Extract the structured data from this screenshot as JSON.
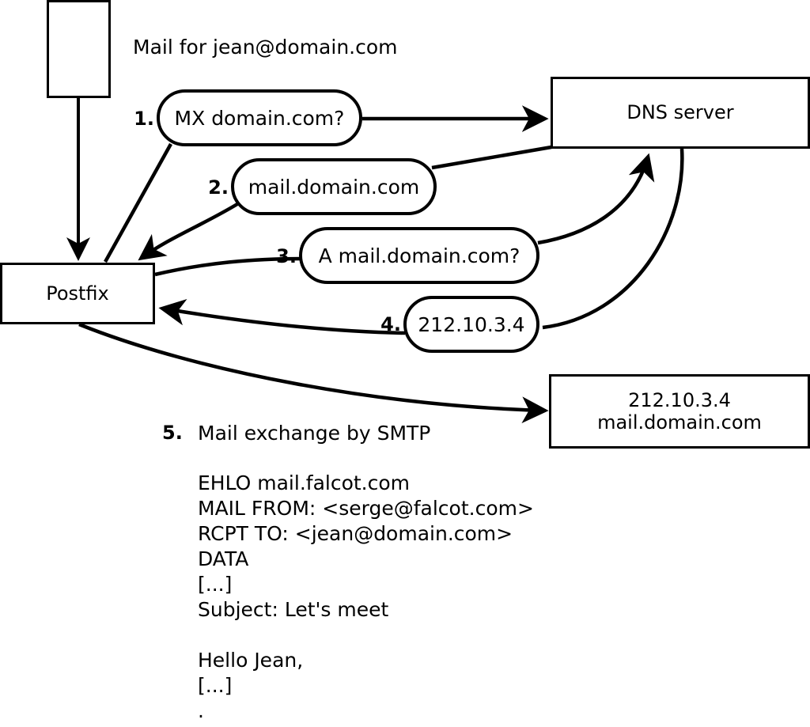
{
  "diagram": {
    "title_note": "Mail for jean@domain.com",
    "nodes": {
      "client": {
        "label": ""
      },
      "postfix": {
        "label": "Postfix"
      },
      "dns": {
        "label": "DNS server"
      },
      "remote_mx": {
        "line1": "212.10.3.4",
        "line2": "mail.domain.com"
      }
    },
    "steps": [
      {
        "num": "1.",
        "text": "MX domain.com?"
      },
      {
        "num": "2.",
        "text": "mail.domain.com"
      },
      {
        "num": "3.",
        "text": "A mail.domain.com?"
      },
      {
        "num": "4.",
        "text": "212.10.3.4"
      }
    ],
    "step5": {
      "num": "5.",
      "text": "Mail exchange by SMTP"
    },
    "smtp_transcript": [
      "EHLO mail.falcot.com",
      "MAIL FROM: <serge@falcot.com>",
      "RCPT TO: <jean@domain.com>",
      "DATA",
      "[...]",
      "Subject: Let's meet",
      "",
      "Hello Jean,",
      "[...]",
      "."
    ],
    "colors": {
      "stroke": "#000000",
      "background": "#ffffff"
    }
  }
}
